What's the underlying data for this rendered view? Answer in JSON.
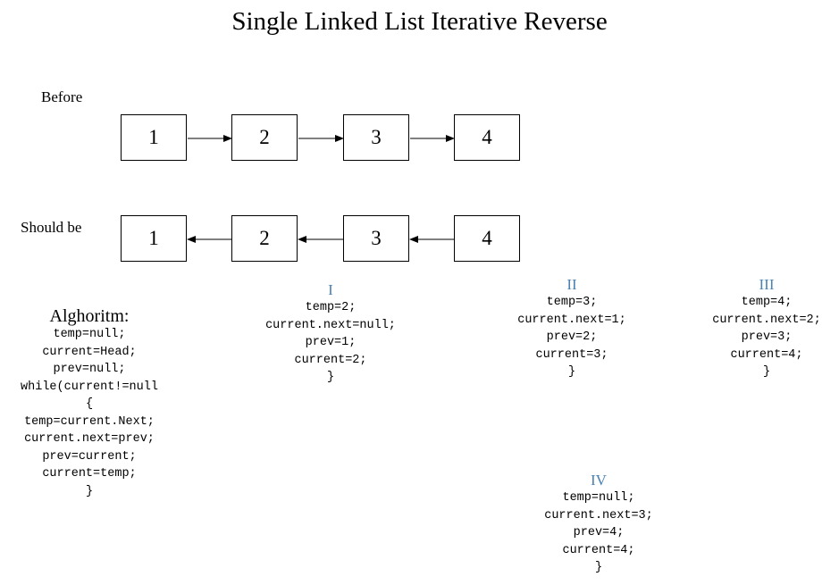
{
  "title": "Single Linked List Iterative Reverse",
  "before": {
    "label": "Before",
    "nodes": [
      "1",
      "2",
      "3",
      "4"
    ]
  },
  "after": {
    "label": "Should be",
    "nodes": [
      "1",
      "2",
      "3",
      "4"
    ]
  },
  "algorithm": {
    "heading": "Alghoritm:",
    "lines": [
      "temp=null;",
      "current=Head;",
      "prev=null;",
      "while(current!=null",
      "{",
      "temp=current.Next;",
      "current.next=prev;",
      "prev=current;",
      "current=temp;",
      "}"
    ]
  },
  "steps": [
    {
      "heading": "I",
      "lines": [
        "temp=2;",
        "current.next=null;",
        "prev=1;",
        "current=2;",
        "}"
      ]
    },
    {
      "heading": "II",
      "lines": [
        "temp=3;",
        "current.next=1;",
        "prev=2;",
        "current=3;",
        "}"
      ]
    },
    {
      "heading": "III",
      "lines": [
        "temp=4;",
        "current.next=2;",
        "prev=3;",
        "current=4;",
        "}"
      ]
    },
    {
      "heading": "IV",
      "lines": [
        "temp=null;",
        "current.next=3;",
        "prev=4;",
        "current=4;",
        "}"
      ]
    }
  ],
  "colors": {
    "step_heading": "#4a82b4",
    "stroke": "#000000"
  }
}
